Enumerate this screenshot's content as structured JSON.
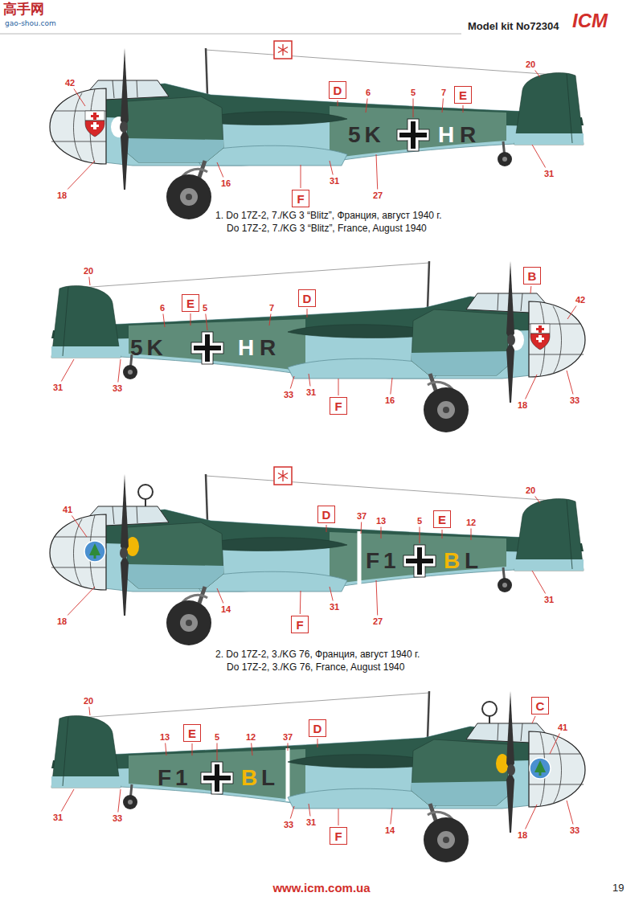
{
  "diagram": {
    "title": "Model kit No72304",
    "nodes": [
      {
        "text": [
          "D"
        ]
      },
      {
        "text": [
          "E"
        ]
      },
      {
        "text": [
          "F"
        ]
      },
      {
        "text": [
          "E"
        ]
      },
      {
        "text": [
          "D"
        ]
      },
      {
        "text": [
          "B"
        ]
      },
      {
        "text": [
          "F"
        ]
      },
      {
        "text": [
          "D"
        ]
      },
      {
        "text": [
          "E"
        ]
      },
      {
        "text": [
          "F"
        ]
      },
      {
        "text": [
          "E"
        ]
      },
      {
        "text": [
          "D"
        ]
      },
      {
        "text": [
          "C"
        ]
      },
      {
        "text": [
          "F"
        ]
      }
    ],
    "labels": [
      "高手网",
      "gao-shou.com",
      "ICM",
      "www.icm.com.ua",
      "19",
      "1. Do 17Z-2, 7./KG 3 “Blitz”, Франция, август 1940 г.",
      "Do 17Z-2, 7./KG 3 “Blitz”, France, August 1940",
      "2. Do 17Z-2, 3./KG 76, Франция, август 1940 г.",
      "Do 17Z-2, 3./KG 76, France, August 1940",
      "5K",
      "H",
      "R",
      "5K",
      "H",
      "R",
      "F1",
      "B",
      "L",
      "F1",
      "B",
      "L",
      "42",
      "6",
      "5",
      "7",
      "20",
      "18",
      "16",
      "31",
      "27",
      "31",
      "20",
      "6",
      "5",
      "7",
      "42",
      "31",
      "33",
      "33",
      "31",
      "16",
      "18",
      "33",
      "41",
      "37",
      "13",
      "5",
      "12",
      "20",
      "18",
      "14",
      "31",
      "27",
      "31",
      "20",
      "13",
      "5",
      "12",
      "37",
      "41",
      "31",
      "33",
      "33",
      "31",
      "14",
      "18",
      "33"
    ]
  }
}
